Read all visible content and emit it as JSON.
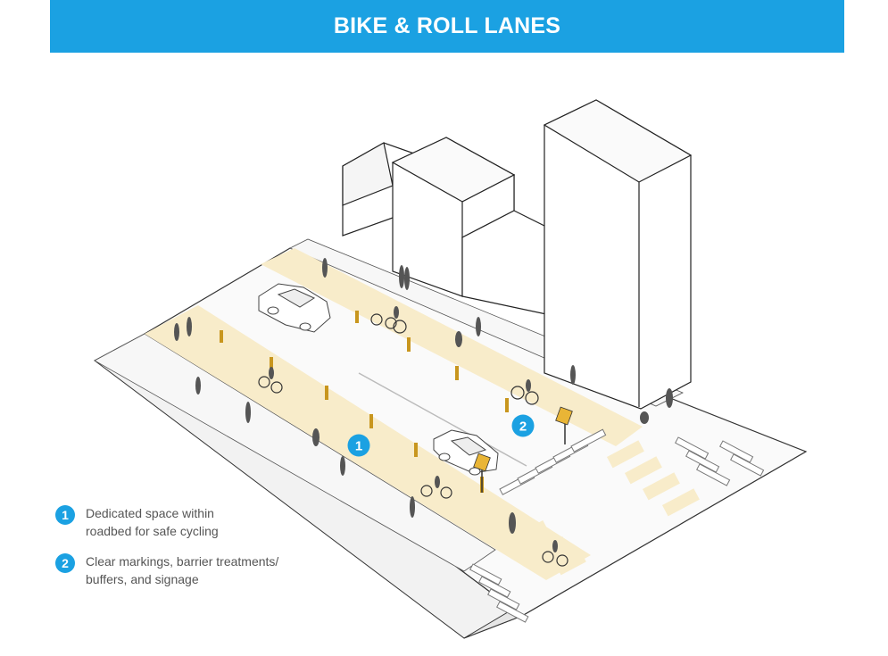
{
  "header": {
    "title": "BIKE & ROLL LANES"
  },
  "markers": [
    {
      "number": "1"
    },
    {
      "number": "2"
    }
  ],
  "legend": [
    {
      "number": "1",
      "lines": [
        "Dedicated space within",
        "roadbed for safe cycling"
      ]
    },
    {
      "number": "2",
      "lines": [
        "Clear markings, barrier treatments/",
        "buffers, and signage"
      ]
    }
  ],
  "colors": {
    "banner": "#1ba1e2",
    "bike_lane": "#f8ecca",
    "bollard": "#c8961e",
    "sign": "#e9b536"
  }
}
